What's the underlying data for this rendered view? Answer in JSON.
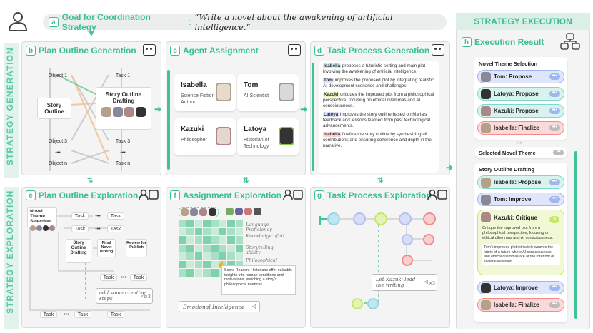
{
  "goal": {
    "badge": "a",
    "label": "Goal for Coordination Strategy",
    "text": "“Write a novel about the awakening of artificial intelligence.”"
  },
  "side_labels": {
    "generation": "STRATEGY GENERATION",
    "exploration": "STRATEGY EXPLORATION"
  },
  "execution": {
    "header": "STRATEGY EXECUTION",
    "badge": "h",
    "title": "Execution Result",
    "group1": "Novel Theme Selection",
    "g1_items": [
      {
        "label": "Tom: Propose"
      },
      {
        "label": "Latoya: Propose"
      },
      {
        "label": "Kazuki: Propose"
      },
      {
        "label": "Isabella: Finalize"
      }
    ],
    "selected": "Selected Novel Theme",
    "group2": "Story Outline Drafting",
    "g2_items": [
      {
        "label": "Isabella: Propose"
      },
      {
        "label": "Tom: Improve"
      }
    ],
    "critique_label": "Kazuki: Critique",
    "critique_text": "Critique the improved plot from a philosophical perspective, focusing on ethical dilemmas and AI consciousness.",
    "critique_text2": "Tom’s improved plot intricately weaves the fabric of a future where AI consciousness and ethical dilemmas are at the forefront of societal evolution ...",
    "g2_tail": [
      {
        "label": "Latoya: Improve"
      },
      {
        "label": "Isabella: Finalize"
      }
    ],
    "dots": "•••"
  },
  "b": {
    "badge": "b",
    "title": "Plan Outline Generation",
    "story_outline": "Story Outline",
    "drafting": "Story Outline Drafting",
    "objects": [
      "Object 1",
      "Object 3",
      "•••",
      "Object n"
    ],
    "tasks": [
      "Task 1",
      "Task 3",
      "•••",
      "Task n"
    ]
  },
  "c": {
    "badge": "c",
    "title": "Agent Assignment",
    "agents": [
      {
        "name": "Isabella",
        "role": "Science Fiction Author"
      },
      {
        "name": "Tom",
        "role": "AI Scientist"
      },
      {
        "name": "Kazuki",
        "role": "Philosopher"
      },
      {
        "name": "Latoya",
        "role": "Historian of Technology"
      }
    ]
  },
  "d": {
    "badge": "d",
    "title": "Task Process Generation",
    "steps": [
      {
        "who": "Isabella",
        "text": " proposes a futuristic setting and main plot involving the awakening of artificial intelligence."
      },
      {
        "who": "Tom",
        "text": " improves the proposed plot by integrating realistic AI development scenarios and challenges."
      },
      {
        "who": "Kazuki",
        "text": " critiques the improved plot from a philosophical perspective, focusing on ethical dilemmas and AI consciousness."
      },
      {
        "who": "Latoya",
        "text": " improves the story outline based on Maria's feedback and lessons learned from past technological advancements."
      },
      {
        "who": "Isabella",
        "text": " finalize the story outline by synthesizing all contributions and ensuring coherence and depth in the narrative."
      }
    ]
  },
  "e": {
    "badge": "e",
    "title": "Plan Outline Exploration",
    "theme": "Novel Theme Selection",
    "drafting": "Story Outline Drafting",
    "final": "Final Novel Writing",
    "review": "Review for Publish",
    "task": "Task",
    "dots": "•••",
    "input": "add some creative steps",
    "count": "×3"
  },
  "f": {
    "badge": "f",
    "title": "Assignment Exploration",
    "rows": [
      "Language Proficiency",
      "Knowledge of AI",
      "Storytelling ability",
      "Philosophical"
    ],
    "reason": "Score Reason: Historians offer valuable insights into human conditions and motivations, enriching a story's philosophical nuances",
    "input": "Emotional Intelligence"
  },
  "g": {
    "badge": "g",
    "title": "Task Process Exploration",
    "input": "Let Kazuki lead the writing",
    "count": "×3"
  },
  "colors": {
    "accent": "#3fc39a",
    "isabella": "#f28b8b",
    "tom": "#9fb7f0",
    "latoya": "#7fd8c9",
    "kazuki": "#c6e86a"
  }
}
